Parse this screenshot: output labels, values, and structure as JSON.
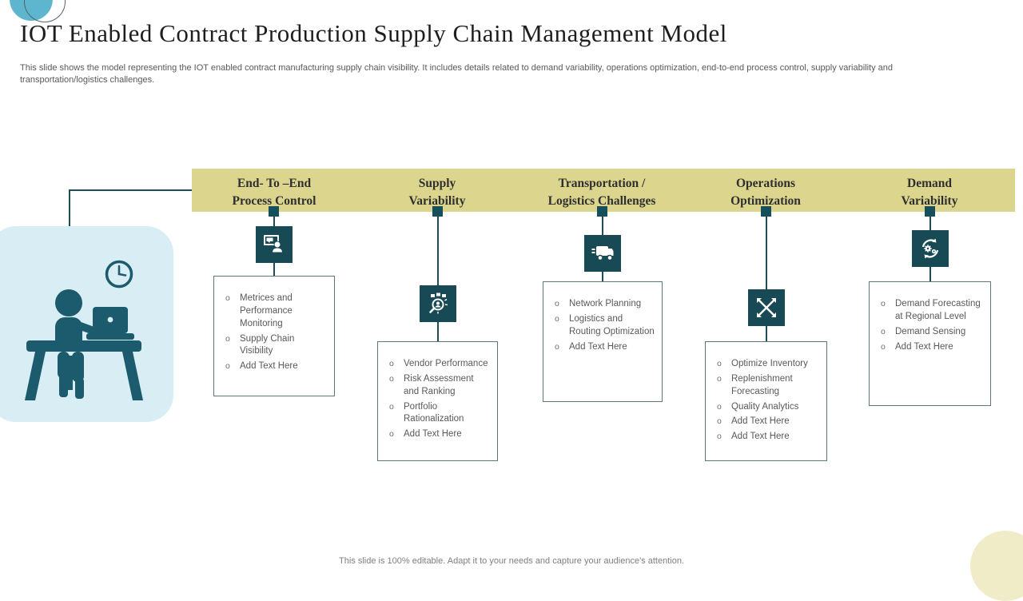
{
  "slide": {
    "title": "IOT Enabled Contract Production Supply Chain Management Model",
    "subtitle": "This slide shows the model representing the IOT  enabled contract manufacturing supply chain visibility. It includes details related to demand variability, operations optimization, end-to-end process control, supply variability and transportation/logistics challenges.",
    "footer": "This slide is 100% editable. Adapt it to your needs and capture your audience's attention."
  },
  "colors": {
    "band": "#dcd58e",
    "tile_teal": "#174a54",
    "connector": "#1c4e58",
    "panel_blue": "#d9edf4",
    "pictogram_teal": "#1b5b6d",
    "body_text": "#595959",
    "corner_circle": "#f0ecc7",
    "logo_blue": "#5eb6ce"
  },
  "columns": [
    {
      "header": "End- To –End\nProcess Control",
      "icon": "presentation-monitor-icon",
      "items": [
        "Metrices and Performance Monitoring",
        "Supply Chain Visibility",
        "Add Text Here"
      ]
    },
    {
      "header": "Supply\nVariability",
      "icon": "vendor-search-icon",
      "items": [
        "Vendor Performance",
        "Risk Assessment and Ranking",
        "Portfolio Rationalization",
        "Add Text Here"
      ]
    },
    {
      "header": "Transportation /\nLogistics Challenges",
      "icon": "truck-icon",
      "items": [
        "Network Planning",
        "Logistics and Routing Optimization",
        "Add Text Here"
      ]
    },
    {
      "header": "Operations\nOptimization",
      "icon": "expand-arrows-icon",
      "items": [
        "Optimize Inventory",
        "Replenishment Forecasting",
        "Quality Analytics",
        "Add Text Here",
        "Add Text Here"
      ]
    },
    {
      "header": "Demand\nVariability",
      "icon": "process-sync-icon",
      "items": [
        "Demand Forecasting at Regional Level",
        "Demand Sensing",
        "Add Text Here"
      ]
    }
  ]
}
